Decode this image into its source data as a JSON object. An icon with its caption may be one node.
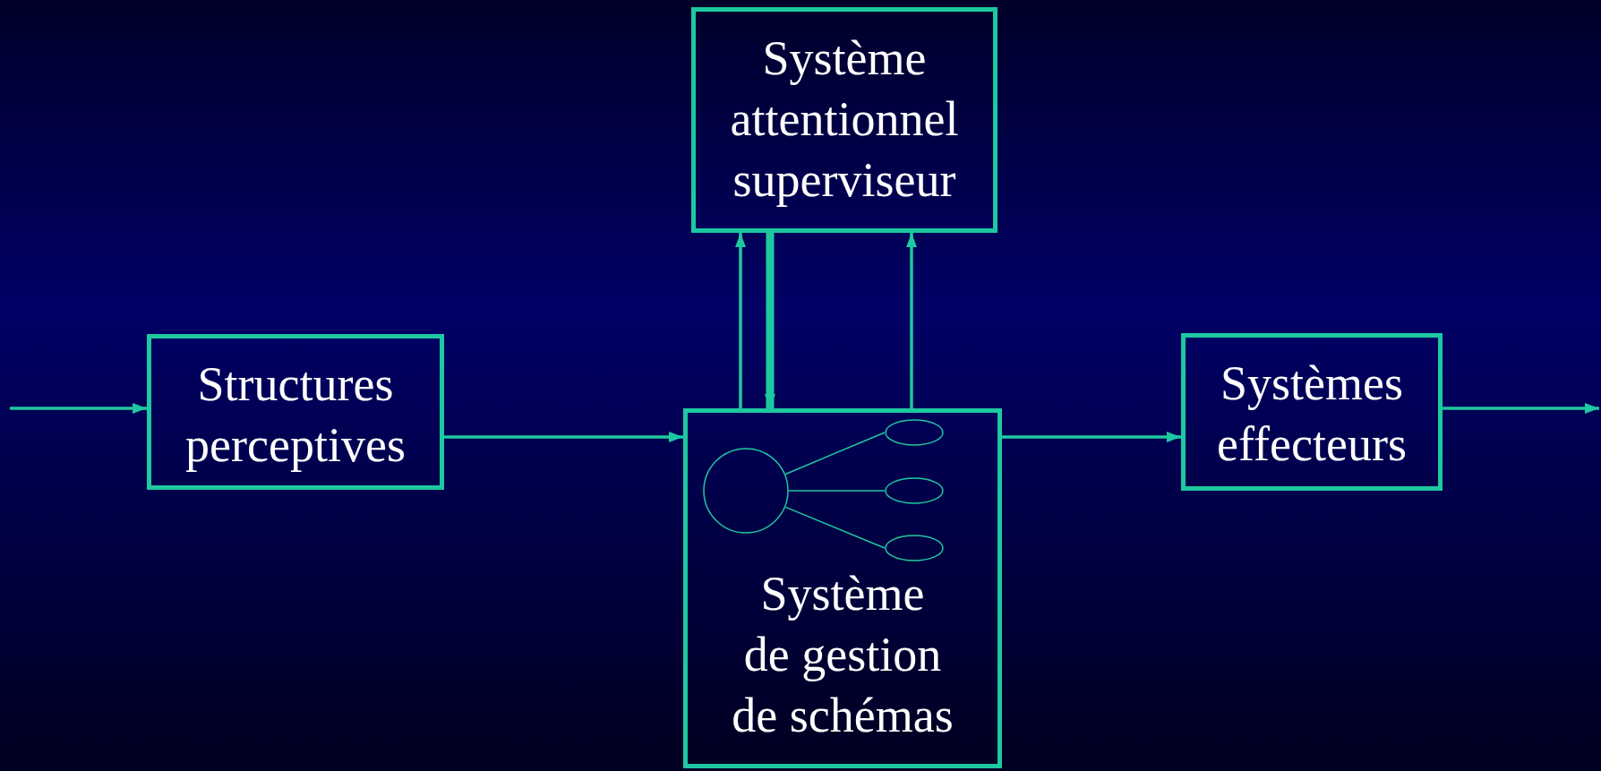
{
  "diagram": {
    "nodes": [
      {
        "text": [
          "Système attentionnel superviseur"
        ]
      },
      {
        "text": [
          "Structures perceptives"
        ]
      },
      {
        "text": [
          "Système de gestion de schémas"
        ]
      },
      {
        "text": [],
        "shape": "circle",
        "in": 2
      },
      {
        "text": [],
        "shape": "ellipse",
        "in": 2
      },
      {
        "text": [],
        "shape": "ellipse",
        "in": 2
      },
      {
        "text": [],
        "shape": "ellipse",
        "in": 2
      },
      {
        "text": [
          "Systèmes effecteurs"
        ]
      }
    ],
    "edges": [
      {
        "from": null,
        "to": 1,
        "arrow": "to"
      },
      {
        "from": 1,
        "to": 2,
        "arrow": "to"
      },
      {
        "from": 2,
        "to": 7,
        "arrow": "to"
      },
      {
        "from": 7,
        "to": null,
        "arrow": "to"
      },
      {
        "from": 2,
        "to": 0,
        "arrow": "to"
      },
      {
        "from": 0,
        "to": 2,
        "arrow": "to",
        "style": "thick"
      },
      {
        "from": 2,
        "to": 0,
        "arrow": "to"
      },
      {
        "from": 3,
        "to": 4,
        "arrow": "none"
      },
      {
        "from": 3,
        "to": 5,
        "arrow": "none"
      },
      {
        "from": 3,
        "to": 6,
        "arrow": "none"
      }
    ]
  }
}
